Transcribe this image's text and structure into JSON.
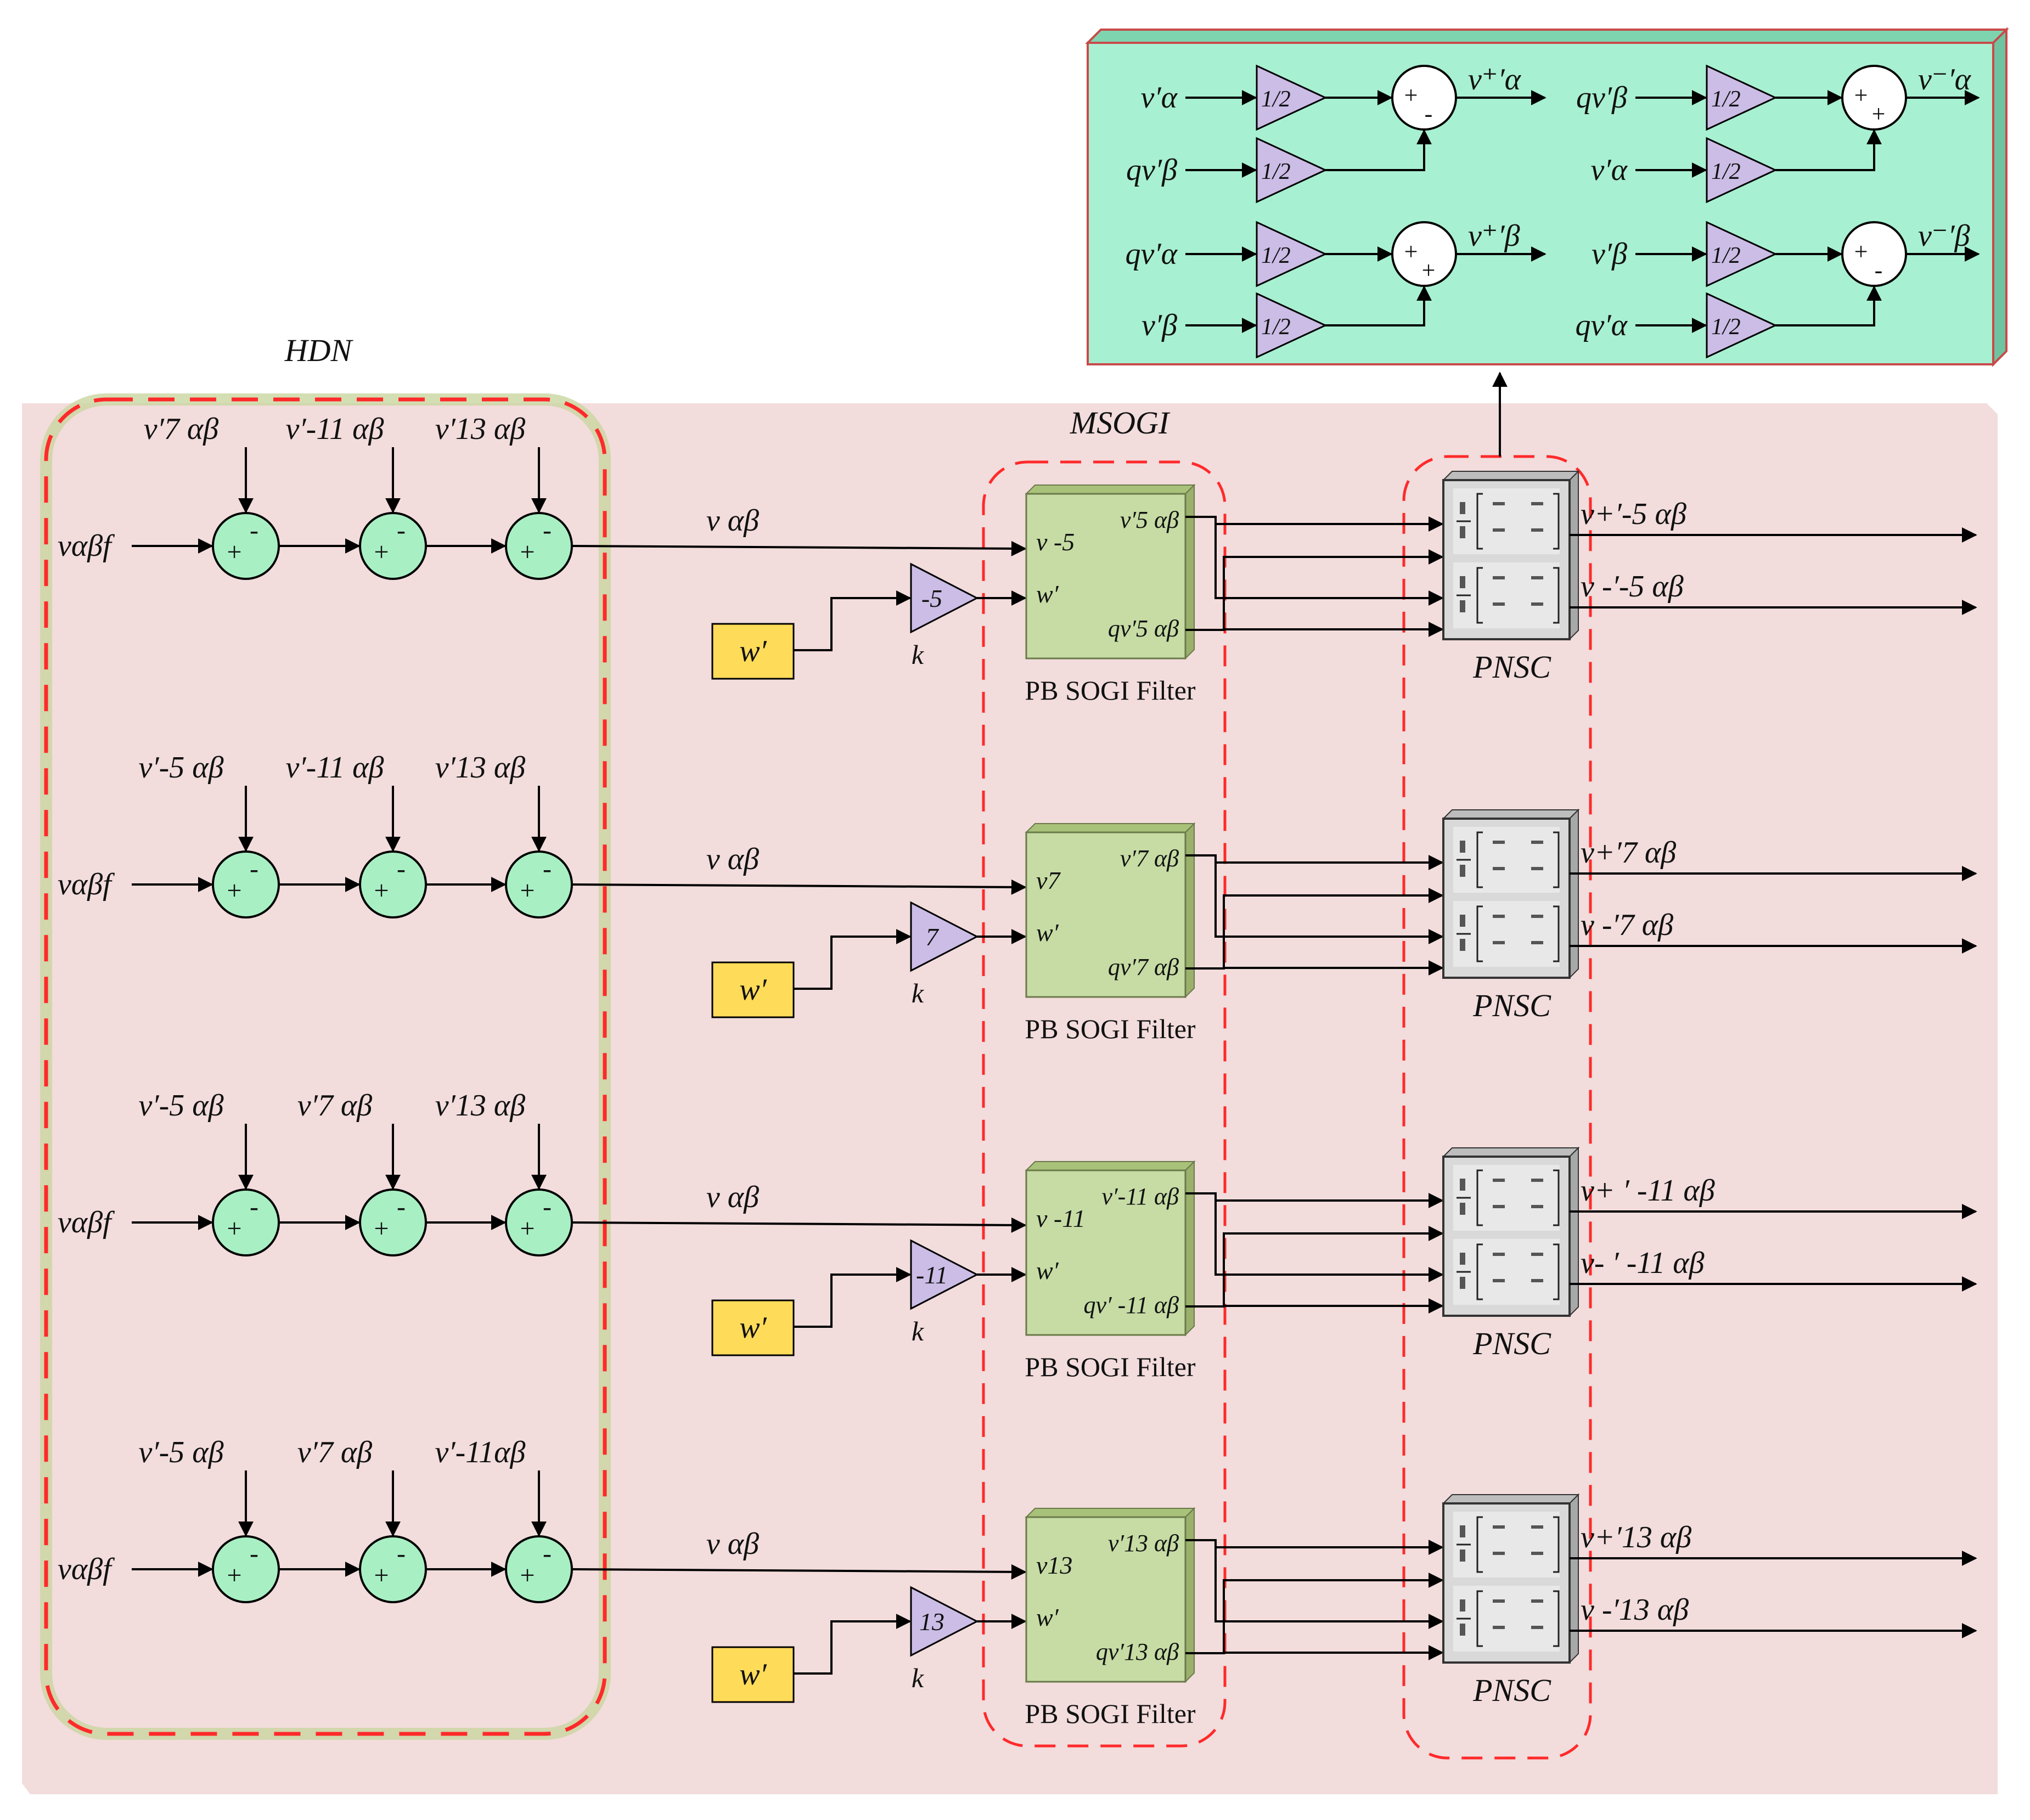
{
  "labels": {
    "hdn": "HDN",
    "msogi": "MSOGI",
    "pnsc": "PNSC",
    "sogi_filter": "PB SOGI Filter",
    "k": "k",
    "w_prime": "w′",
    "valphabeta": "v αβ",
    "vabf": "vαβf",
    "half": "1/2"
  },
  "signs": {
    "plus": "+",
    "minus": "-"
  },
  "channels": [
    {
      "hdn_inputs": [
        "v′7  αβ",
        "v′-11  αβ",
        "v′13  αβ"
      ],
      "gain": "-5",
      "sogi_in_v": "v -5",
      "sogi_out_v": "v′5 αβ",
      "sogi_out_qv": "qv′5 αβ",
      "out_pos": "v+′-5 αβ",
      "out_neg": "v -′-5 αβ"
    },
    {
      "hdn_inputs": [
        "v′-5  αβ",
        "v′-11  αβ",
        "v′13  αβ"
      ],
      "gain": "7",
      "sogi_in_v": "v7",
      "sogi_out_v": "v′7 αβ",
      "sogi_out_qv": "qv′7 αβ",
      "out_pos": "v+′7 αβ",
      "out_neg": "v -′7 αβ"
    },
    {
      "hdn_inputs": [
        "v′-5  αβ",
        "v′7 αβ",
        "v′13 αβ"
      ],
      "gain": "-11",
      "sogi_in_v": "v -11",
      "sogi_out_v": "v′-11 αβ",
      "sogi_out_qv": "qv′ -11 αβ",
      "out_pos": "v+ ′ -11 αβ",
      "out_neg": "v- ′ -11 αβ"
    },
    {
      "hdn_inputs": [
        "v′-5 αβ",
        "v′7 αβ",
        "v′-11αβ"
      ],
      "gain": "13",
      "sogi_in_v": "v13",
      "sogi_out_v": "v′13 αβ",
      "sogi_out_qv": "qv′13 αβ",
      "out_pos": "v+′13 αβ",
      "out_neg": "v -′13 αβ"
    }
  ],
  "pnsc_detail": [
    {
      "in1": "v′α",
      "in2": "qv′β",
      "out": "v⁺′α",
      "sign1": "+",
      "sign2": "-"
    },
    {
      "in1": "qv′β",
      "in2": "v′α",
      "out": "v⁻′α",
      "sign1": "+",
      "sign2": "+"
    },
    {
      "in1": "qv′α",
      "in2": "v′β",
      "out": "v⁺′β",
      "sign1": "+",
      "sign2": "+"
    },
    {
      "in1": "v′β",
      "in2": "qv′α",
      "out": "v⁻′β",
      "sign1": "+",
      "sign2": "-"
    }
  ],
  "colors": {
    "background": "#f2dcdc",
    "detail_box": "#a8f0d2",
    "sum_node": "#a8f0c4",
    "gain": "#cbbde6",
    "sogi": "#c6dca4",
    "pnsc": "#d9d9d9",
    "const_block": "#ffdb5a",
    "dash": "#ff2a2a"
  }
}
